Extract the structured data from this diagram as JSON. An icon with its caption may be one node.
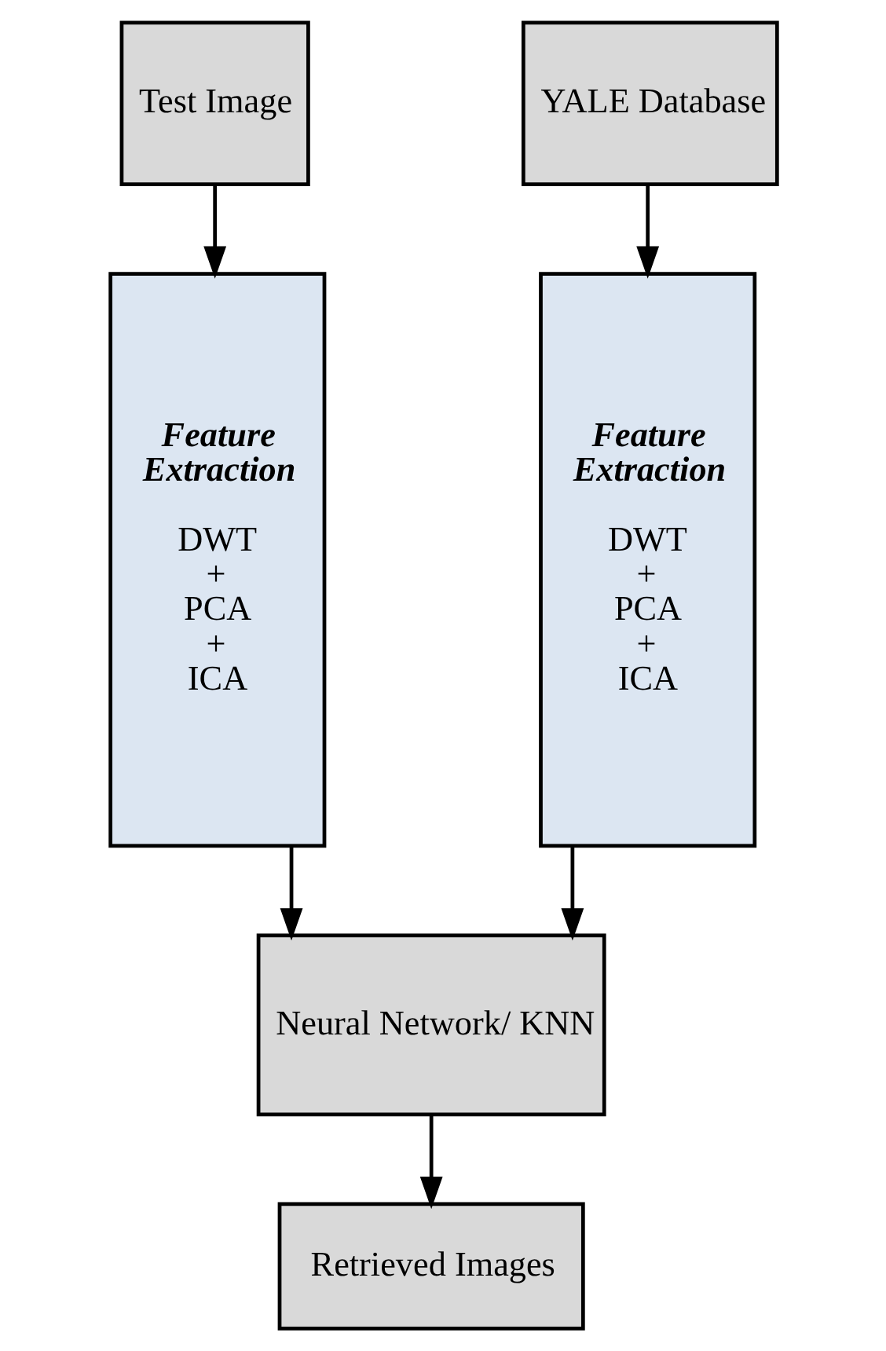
{
  "diagram": {
    "nodes": [
      {
        "text": [
          "Test Image"
        ]
      },
      {
        "text": [
          "YALE Database"
        ]
      },
      {
        "text": [
          "Feature Extraction",
          "DWT + PCA + ICA"
        ]
      },
      {
        "text": [
          "Feature Extraction",
          "DWT + PCA + ICA"
        ]
      },
      {
        "text": [
          "Neural Network/ KNN"
        ]
      },
      {
        "text": [
          "Retrieved Images"
        ]
      }
    ],
    "edges": [
      {
        "from": 0,
        "to": 2,
        "arrow": "to"
      },
      {
        "from": 1,
        "to": 3,
        "arrow": "to"
      },
      {
        "from": 2,
        "to": 4,
        "arrow": "to"
      },
      {
        "from": 3,
        "to": 4,
        "arrow": "to"
      },
      {
        "from": 4,
        "to": 5,
        "arrow": "to"
      }
    ]
  }
}
